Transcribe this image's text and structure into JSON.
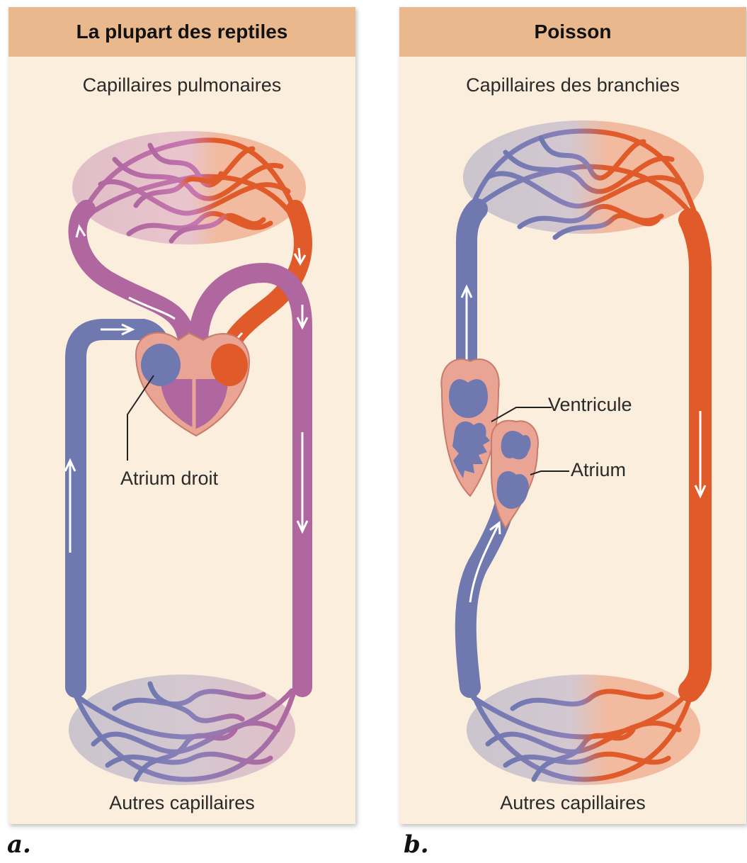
{
  "panel_a": {
    "title": "La plupart des reptiles",
    "top_label": "Capillaires pulmonaires",
    "callout_label": "Atrium droit",
    "bottom_label": "Autres capillaires",
    "letter": "a."
  },
  "panel_b": {
    "title": "Poisson",
    "top_label": "Capillaires des branchies",
    "callout_ventricle": "Ventricule",
    "callout_atrium": "Atrium",
    "bottom_label": "Autres capillaires",
    "letter": "b."
  },
  "colors": {
    "panel_bg": "#fbeedd",
    "header_bg": "#e9b98d",
    "deoxygenated": "#7078b0",
    "mixed": "#b0679f",
    "oxygenated": "#e05a2a",
    "heart_tissue": "#eaa494"
  }
}
